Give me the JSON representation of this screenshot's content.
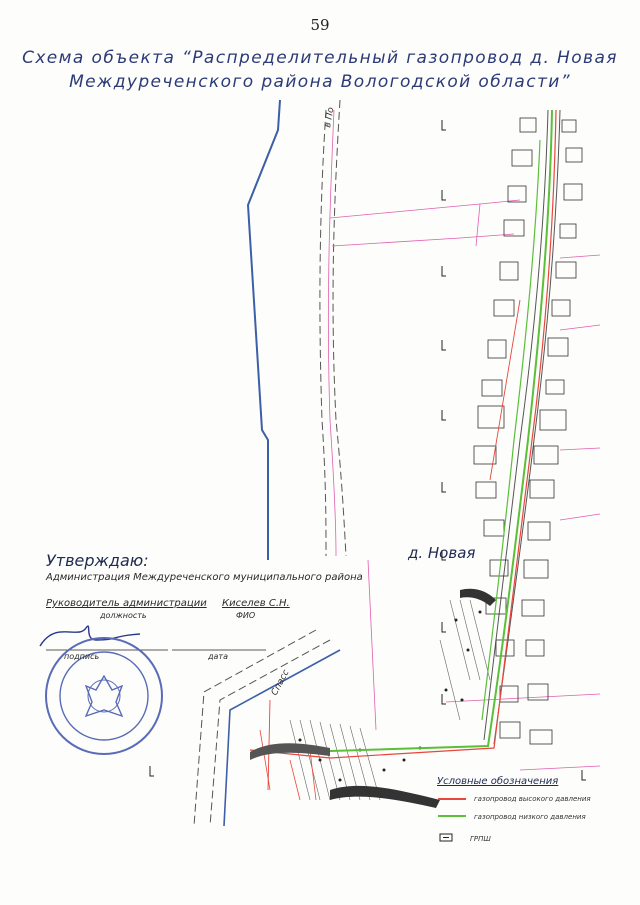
{
  "page_number": "59",
  "title": {
    "line1": "Схема объекта “Распределительный газопровод д. Новая",
    "line2": "Междуреченского района Вологодской области”"
  },
  "map": {
    "road_label_top": "в По",
    "road_label_bottom": "Спасс",
    "village_label": "д. Новая",
    "colors": {
      "high_pressure_pipe": "#e8473d",
      "low_pressure_pipe": "#5bbf3a",
      "boundary_blue": "#3d5fa8",
      "magenta_lines": "#e05fb0",
      "road_lines": "#555555"
    }
  },
  "approval": {
    "heading": "Утверждаю:",
    "administration": "Администрация Междуреченского муниципального района",
    "role": "Руководитель администрации",
    "name": "Киселев С.Н.",
    "role_caption": "должность",
    "name_caption": "ФИО",
    "signature_caption": "подпись",
    "date_caption": "дата"
  },
  "legend": {
    "title": "Условные обозначения",
    "items": [
      {
        "label": "газопровод высокого давления",
        "color": "#e8473d"
      },
      {
        "label": "газопровод низкого давления",
        "color": "#5bbf3a"
      },
      {
        "label": "ГРПШ",
        "icon": "grpsh-box-icon"
      }
    ]
  }
}
